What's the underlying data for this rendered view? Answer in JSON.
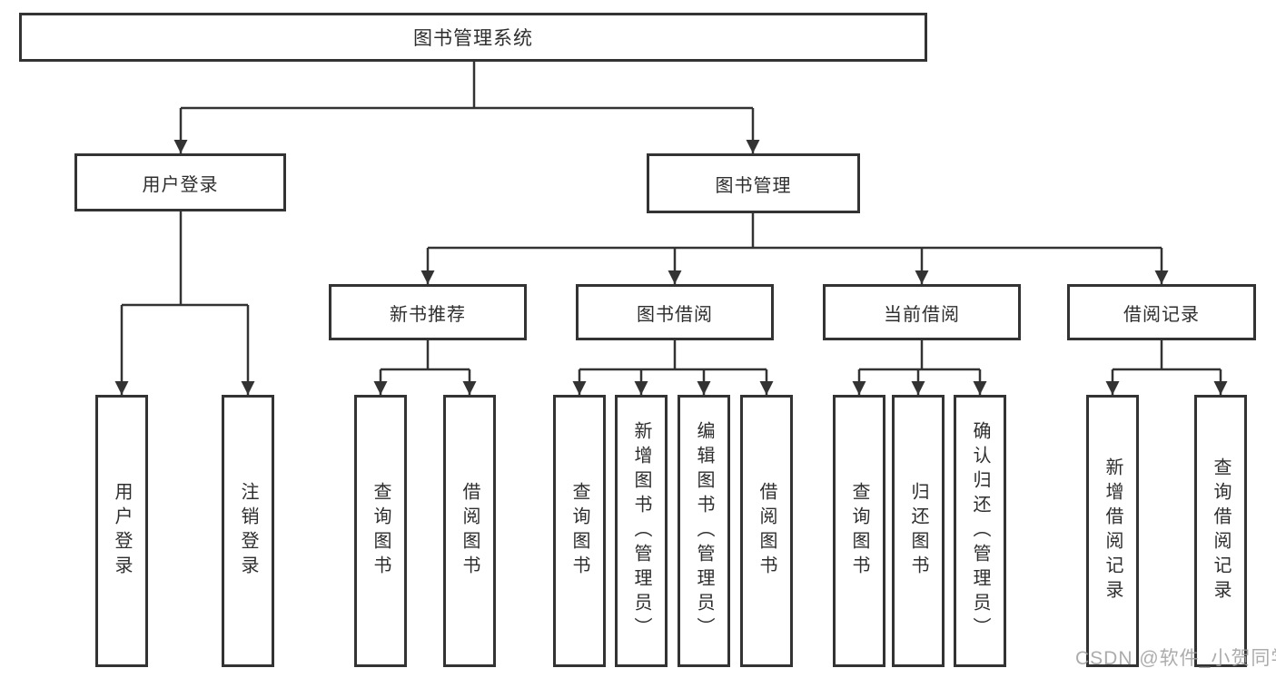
{
  "diagram": {
    "root": "图书管理系统",
    "branches": [
      {
        "label": "用户登录",
        "children": [
          {
            "label": "用户登录"
          },
          {
            "label": "注销登录"
          }
        ]
      },
      {
        "label": "图书管理",
        "children": [
          {
            "label": "新书推荐",
            "children": [
              {
                "label": "查询图书"
              },
              {
                "label": "借阅图书"
              }
            ]
          },
          {
            "label": "图书借阅",
            "children": [
              {
                "label": "查询图书"
              },
              {
                "label": "新增图书（管理员）"
              },
              {
                "label": "编辑图书（管理员）"
              },
              {
                "label": "借阅图书"
              }
            ]
          },
          {
            "label": "当前借阅",
            "children": [
              {
                "label": "查询图书"
              },
              {
                "label": "归还图书"
              },
              {
                "label": "确认归还（管理员）"
              }
            ]
          },
          {
            "label": "借阅记录",
            "children": [
              {
                "label": "新增借阅记录"
              },
              {
                "label": "查询借阅记录"
              }
            ]
          }
        ]
      }
    ]
  },
  "watermark": "CSDN @软件_小贺同学",
  "colors": {
    "line": "#333333",
    "box_border": "#333333",
    "text": "#2e2e2e",
    "watermark": "#9e9e9e",
    "background": "#ffffff"
  }
}
